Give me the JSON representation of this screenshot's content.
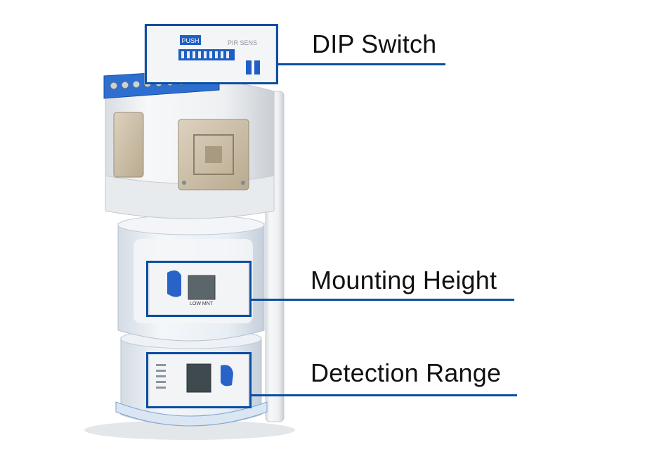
{
  "colors": {
    "accent": "#0a4ea2",
    "device_white": "#f1f2f4",
    "device_shadow": "#cdd2d8",
    "clear_plastic": "#e6ecf2",
    "switch_blue": "#1f5fc4",
    "pcb": "#cdbfa6",
    "text": "#111111"
  },
  "callouts": [
    {
      "id": "dip-switch",
      "label": "DIP Switch"
    },
    {
      "id": "mounting-height",
      "label": "Mounting Height"
    },
    {
      "id": "detection-range",
      "label": "Detection Range"
    }
  ],
  "device_text": {
    "push_label": "PUSH",
    "pir_label": "PIR SENS",
    "low_mnt_label": "LOW MNT"
  }
}
